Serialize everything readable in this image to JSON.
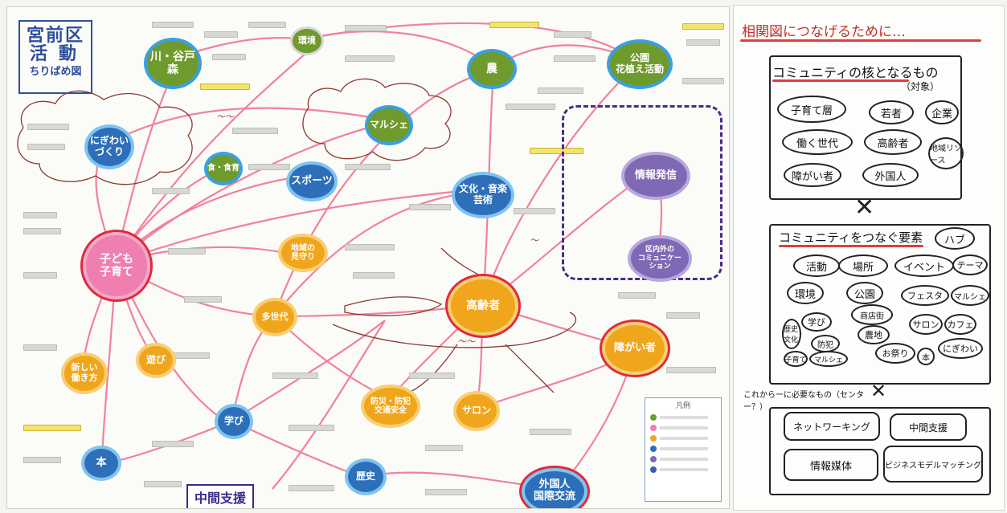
{
  "poster": {
    "title_line1": "宮前区",
    "title_line2": "活動",
    "title_line3": "ちりばめ図",
    "nodes": [
      {
        "id": "kawa",
        "label": "川・谷戸\n森"
      },
      {
        "id": "kankyo",
        "label": "環境"
      },
      {
        "id": "nou",
        "label": "農"
      },
      {
        "id": "koen",
        "label": "公園\n花植え活動"
      },
      {
        "id": "nigiwai",
        "label": "にぎわい\nづくり"
      },
      {
        "id": "marche",
        "label": "マルシェ"
      },
      {
        "id": "shoku",
        "label": "食・食育"
      },
      {
        "id": "sports",
        "label": "スポーツ"
      },
      {
        "id": "bunka",
        "label": "文化・音楽\n芸術"
      },
      {
        "id": "joho",
        "label": "情報発信"
      },
      {
        "id": "kodomo",
        "label": "子ども\n子育て"
      },
      {
        "id": "chiiki",
        "label": "地域の\n見守り"
      },
      {
        "id": "comm",
        "label": "区内外の\nコミュニケー\nション"
      },
      {
        "id": "tasedai",
        "label": "多世代"
      },
      {
        "id": "koreisha",
        "label": "高齢者"
      },
      {
        "id": "shogai",
        "label": "障がい者"
      },
      {
        "id": "atarashii",
        "label": "新しい\n働き方"
      },
      {
        "id": "asobi",
        "label": "遊び"
      },
      {
        "id": "bosai",
        "label": "防災・防犯\n交通安全"
      },
      {
        "id": "manabi",
        "label": "学び"
      },
      {
        "id": "salon",
        "label": "サロン"
      },
      {
        "id": "hon",
        "label": "本"
      },
      {
        "id": "rekishi",
        "label": "歴史"
      },
      {
        "id": "gaikokujin",
        "label": "外国人\n国際交流"
      }
    ],
    "chukan_label": "中間支援",
    "legend_title": "凡例"
  },
  "board": {
    "heading": "相関図につなげるために…",
    "section1_title": "コミュニティの核となるもの",
    "section1_sub": "（対象）",
    "section1_items": [
      "子育て層",
      "若者",
      "企業",
      "働く世代",
      "高齢者",
      "地域リソース",
      "障がい者",
      "外国人"
    ],
    "section2_title": "コミュニティをつなぐ要素",
    "section2_tag": "ハブ",
    "section2_items": [
      "活動",
      "場所",
      "イベント",
      "テーマ",
      "環境",
      "公園",
      "フェスタ",
      "マルシェ",
      "商店街",
      "学び",
      "農地",
      "歴史文化",
      "防犯",
      "サロン",
      "カフェ",
      "にぎわい",
      "お祭り",
      "本",
      "子育て",
      "マルシェ"
    ],
    "section3_title": "これからーに必要なもの（センター？）",
    "section3_items": [
      "ネットワーキング",
      "中間支援",
      "情報媒体",
      "ビジネスモデルマッチング"
    ]
  },
  "colors": {
    "green": "#6f9a2e",
    "blue": "#2d6fb8",
    "pink": "#ef7fb1",
    "orange": "#f0a61c",
    "purple": "#7f69b4",
    "link": "#f06c8e"
  }
}
